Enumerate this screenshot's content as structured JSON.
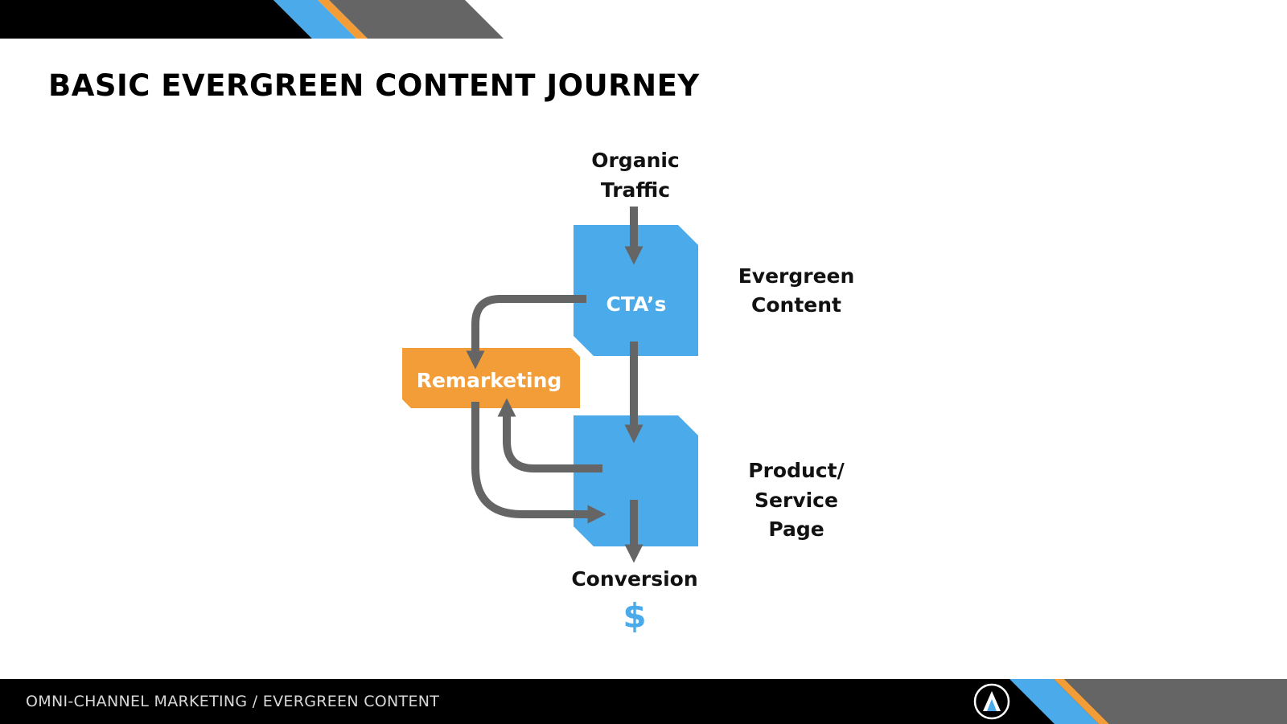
{
  "title": "BASIC EVERGREEN CONTENT JOURNEY",
  "footer": {
    "caption": "OMNI-CHANNEL MARKETING / EVERGREEN CONTENT",
    "logo_icon": "mountain-a-logo-icon"
  },
  "diagram": {
    "source": [
      "Organic",
      "Traffic"
    ],
    "cta_box": "CTA’s",
    "remarketing_box": "Remarketing",
    "stage_1": [
      "Evergreen",
      "Content"
    ],
    "stage_2": [
      "Product/",
      "Service",
      "Page"
    ],
    "outcome": "Conversion",
    "outcome_symbol": "$"
  },
  "colors": {
    "blue": "#4aaaea",
    "orange": "#f29d38",
    "gray": "#656565",
    "black": "#000000"
  }
}
